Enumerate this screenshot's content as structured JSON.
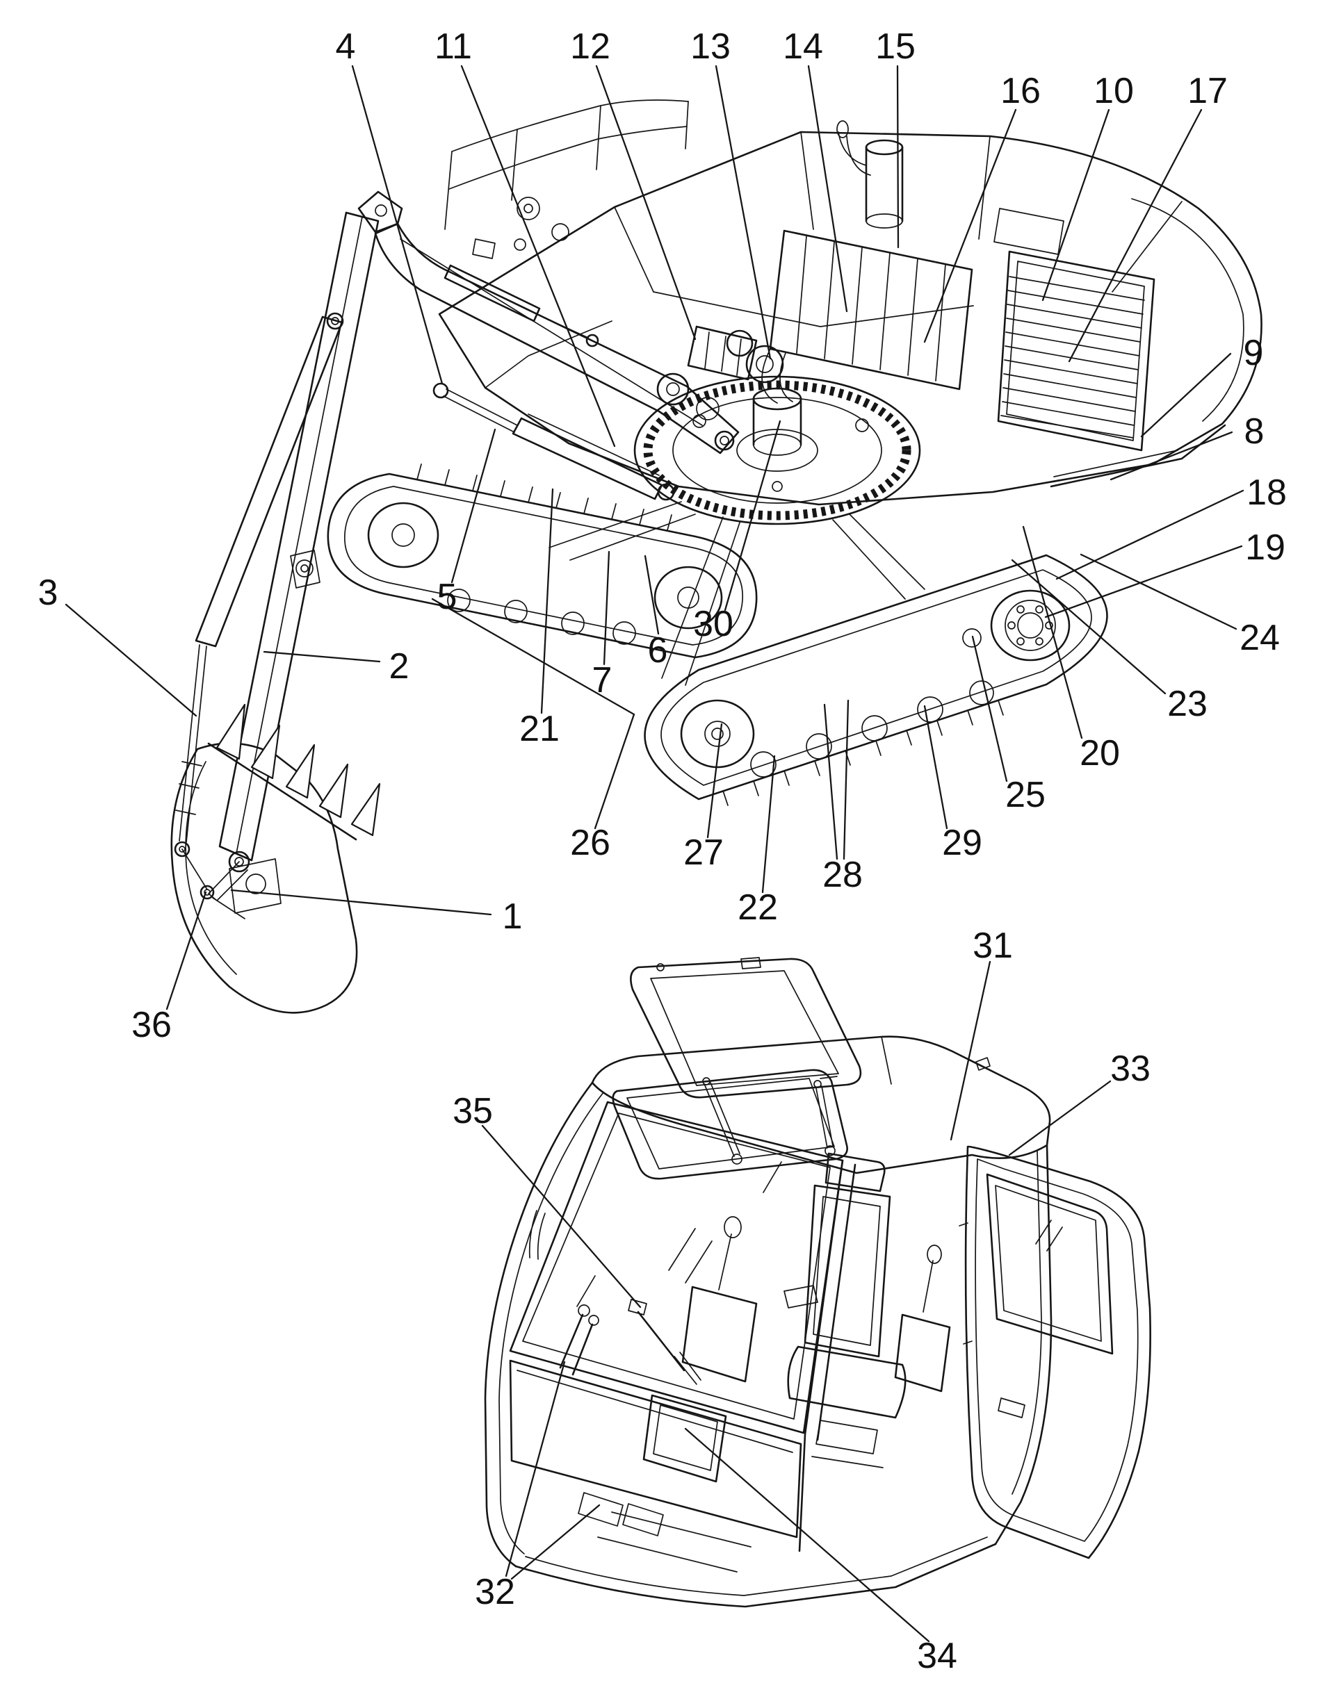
{
  "page": {
    "paper_color": "#ffffff",
    "ink_color": "#161616",
    "figure_count": "2"
  },
  "callouts": {
    "n1": "1",
    "n2": "2",
    "n3": "3",
    "n4": "4",
    "n5": "5",
    "n6": "6",
    "n7": "7",
    "n8": "8",
    "n9": "9",
    "n10": "10",
    "n11": "11",
    "n12": "12",
    "n13": "13",
    "n14": "14",
    "n15": "15",
    "n16": "16",
    "n17": "17",
    "n18": "18",
    "n19": "19",
    "n20": "20",
    "n21": "21",
    "n22": "22",
    "n23": "23",
    "n24": "24",
    "n25": "25",
    "n26": "26",
    "n27": "27",
    "n28": "28",
    "n29": "29",
    "n30": "30",
    "n31": "31",
    "n32": "32",
    "n33": "33",
    "n34": "34",
    "n35": "35",
    "n36": "36"
  }
}
